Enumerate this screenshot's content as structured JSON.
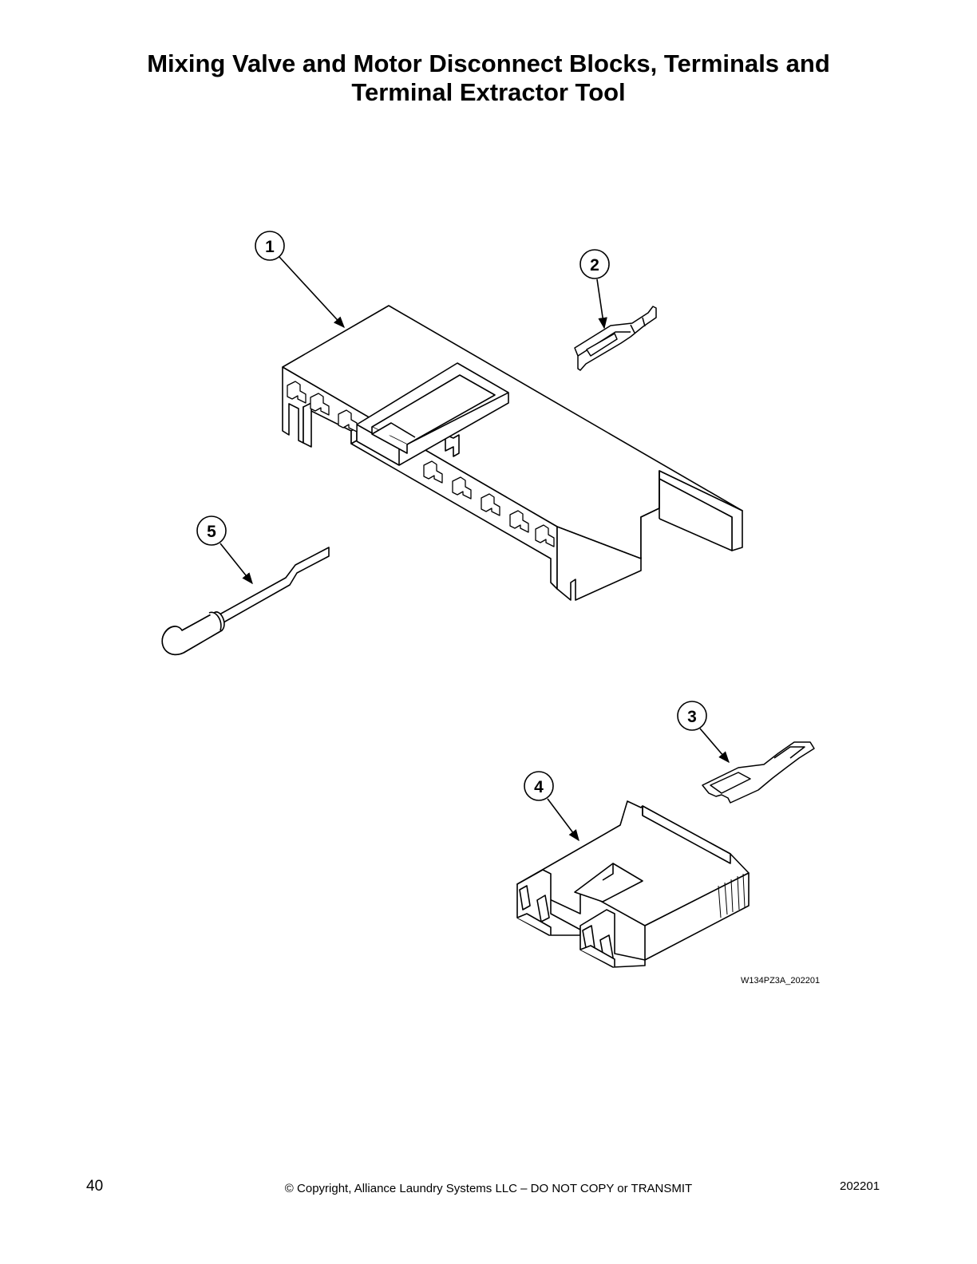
{
  "title": {
    "line1": "Mixing Valve and Motor Disconnect Blocks, Terminals and",
    "line2": "Terminal Extractor Tool"
  },
  "callouts": [
    "1",
    "2",
    "3",
    "4",
    "5"
  ],
  "figure_code": "W134PZ3A_202201",
  "footer": {
    "page_number": "40",
    "copyright": "© Copyright, Alliance Laundry Systems LLC – DO NOT COPY or TRANSMIT",
    "doc_number": "202201"
  }
}
